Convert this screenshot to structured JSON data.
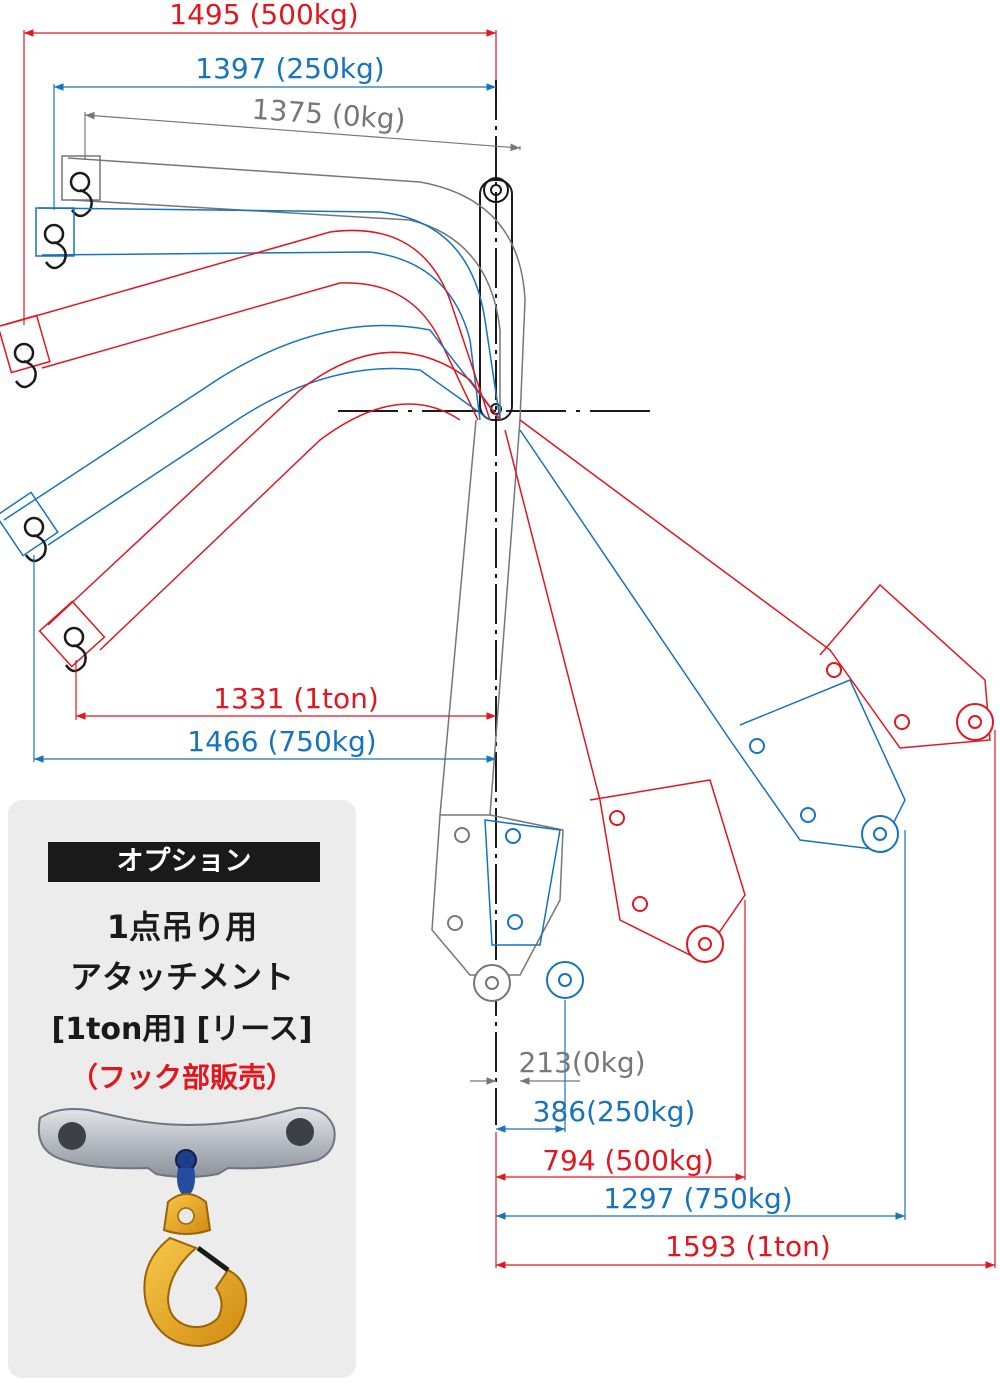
{
  "colors": {
    "red": "#e2161e",
    "blue": "#1673c0",
    "gray": "#777777",
    "black": "#1a1a1a"
  },
  "dimensions": {
    "top_500": "1495 (500kg)",
    "top_250": "1397 (250kg)",
    "top_0": "1375 (0kg)",
    "mid_1ton": "1331 (1ton)",
    "mid_750": "1466 (750kg)",
    "bot_0": "213(0kg)",
    "bot_250": "386(250kg)",
    "bot_500": "794 (500kg)",
    "bot_750": "1297 (750kg)",
    "bot_1ton": "1593 (1ton)"
  },
  "option": {
    "tag": "オプション",
    "line1": "1点吊り用",
    "line2": "アタッチメント",
    "line3": "[1ton用] [リース]",
    "line4": "（フック部販売）"
  },
  "icons": {
    "hook": "hook-icon",
    "photo": "hook-attachment-photo"
  }
}
